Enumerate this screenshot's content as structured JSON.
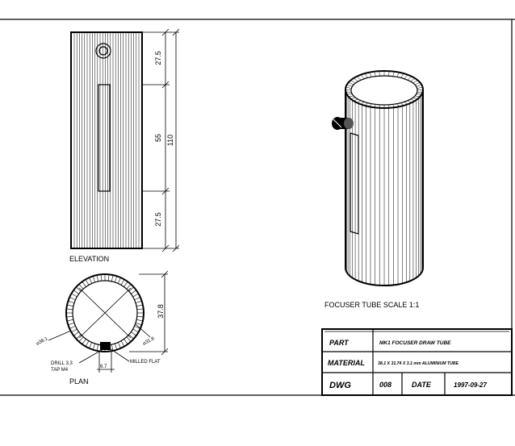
{
  "elevation": {
    "label": "ELEVATION",
    "dims": {
      "top": "27.5",
      "middle": "55",
      "bottom": "27.5",
      "overall": "110"
    }
  },
  "plan": {
    "label": "PLAN",
    "dims": {
      "outer_dia": "⌀38.1",
      "inner_dia": "⌀31.8",
      "height": "37.8",
      "flat": "6.7"
    },
    "notes": {
      "drill": "DRILL 3.3",
      "tap": "TAP M4",
      "milled": "MILLED FLAT"
    }
  },
  "iso": {
    "caption": "FOCUSER TUBE SCALE 1:1"
  },
  "title_block": {
    "part_label": "PART",
    "part_value": "MK1 FOCUSER DRAW TUBE",
    "material_label": "MATERIAL",
    "material_value": "38.1 X 31.74 X 3.1 mm ALUMINIUM TUBE",
    "dwg_label": "DWG",
    "dwg_value": "008",
    "date_label": "DATE",
    "date_value": "1997-09-27"
  }
}
